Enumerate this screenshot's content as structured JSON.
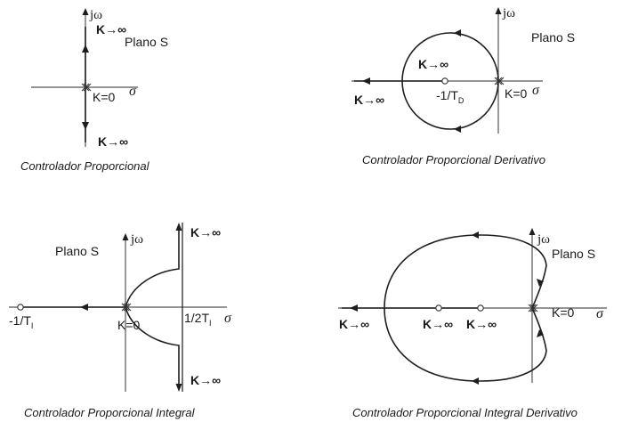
{
  "panels": [
    {
      "id": "proporcional",
      "caption": "Controlador Proporcional",
      "plane_label": "Plano S",
      "axis_imag": "jω",
      "axis_real": "σ",
      "k_zero_label": "K=0",
      "k_inf_label": "K→∞"
    },
    {
      "id": "proporcional-derivativo",
      "caption": "Controlador Proporcional Derivativo",
      "plane_label": "Plano S",
      "axis_imag": "jω",
      "axis_real": "σ",
      "k_zero_label": "K=0",
      "k_inf_label": "K→∞",
      "zero_label": "-1/T",
      "zero_sub": "D"
    },
    {
      "id": "proporcional-integral",
      "caption": "Controlador Proporcional Integral",
      "plane_label": "Plano S",
      "axis_imag": "jω",
      "axis_real": "σ",
      "k_zero_label": "K=0",
      "k_inf_label": "K→∞",
      "zero_label": "-1/T",
      "zero_sub": "I",
      "asym_label": "1/2T",
      "asym_sub": "I"
    },
    {
      "id": "proporcional-integral-derivativo",
      "caption": "Controlador Proporcional Integral Derivativo",
      "plane_label": "Plano S",
      "axis_imag": "jω",
      "axis_real": "σ",
      "k_zero_label": "K=0",
      "k_inf_label": "K→∞"
    }
  ]
}
